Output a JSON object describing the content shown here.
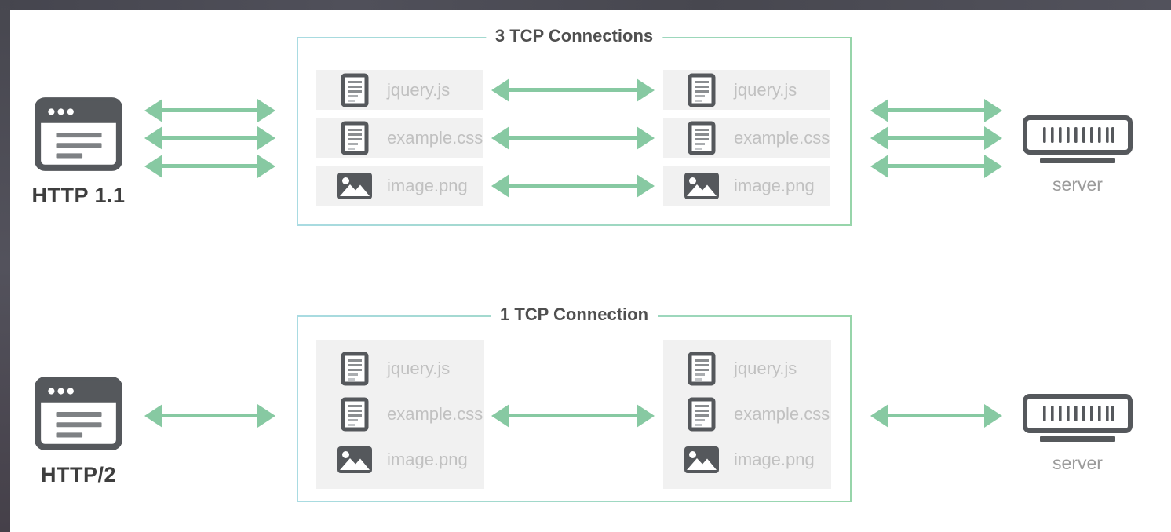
{
  "colors": {
    "frame": "#4a4a53",
    "arrow": "#87c9a2",
    "border_left": "#a9dbe2",
    "border_right": "#97d5aa",
    "row_bg": "#f1f1f1",
    "file_text": "#c1c1c1",
    "title_text": "#4f4f4f",
    "label_text": "#3e3e3e",
    "server_text": "#9b9b9b",
    "icon": "#56595c"
  },
  "http11": {
    "client_label": "HTTP 1.1",
    "box_title": "3 TCP Connections",
    "server_label": "server",
    "files": [
      {
        "name": "jquery.js",
        "icon": "document-icon"
      },
      {
        "name": "example.css",
        "icon": "document-icon"
      },
      {
        "name": "image.png",
        "icon": "image-icon"
      }
    ]
  },
  "http2": {
    "client_label": "HTTP/2",
    "box_title": "1 TCP Connection",
    "server_label": "server",
    "files": [
      {
        "name": "jquery.js",
        "icon": "document-icon"
      },
      {
        "name": "example.css",
        "icon": "document-icon"
      },
      {
        "name": "image.png",
        "icon": "image-icon"
      }
    ]
  }
}
